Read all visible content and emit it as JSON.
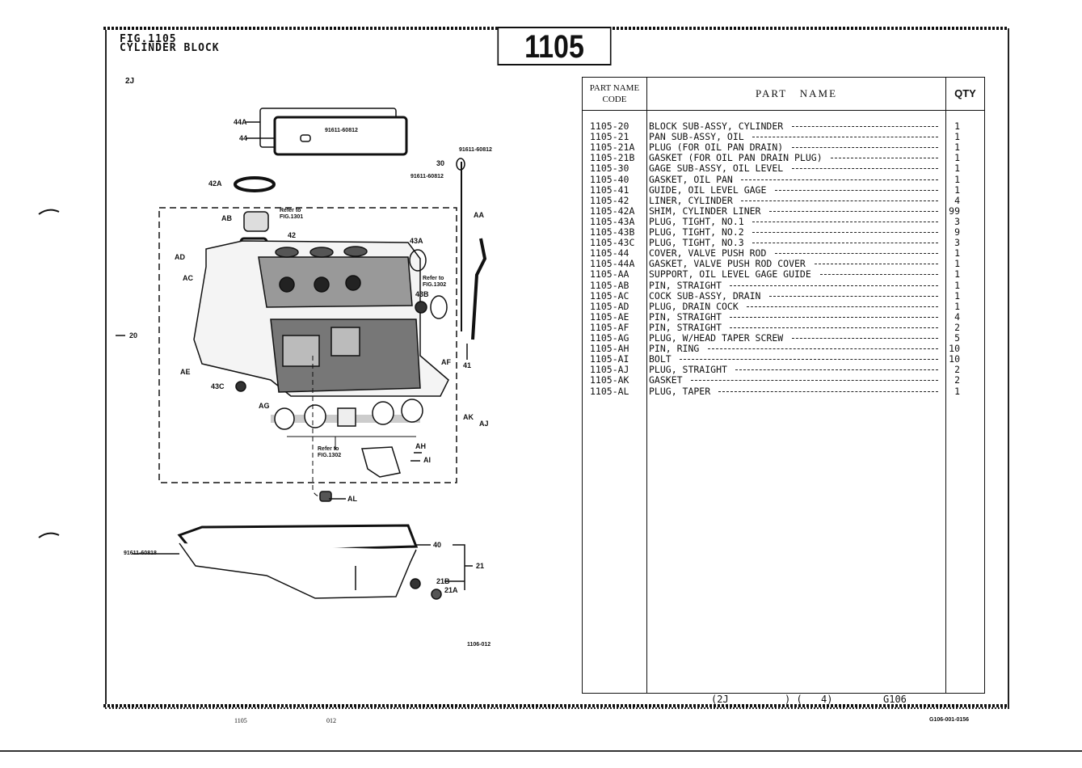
{
  "header": {
    "fig_label": "FIG.1105",
    "fig_title": "CYLINDER BLOCK",
    "fig_number": "1105",
    "model_code": "2J"
  },
  "diagram": {
    "labels": [
      "44A",
      "44",
      "91611-60812",
      "91611-60812",
      "30",
      "91611-60812",
      "42A",
      "AA",
      "Refer to",
      "FIG.1301",
      "AB",
      "42",
      "43A",
      "AD",
      "AC",
      "Refer to",
      "FIG.1302",
      "43B",
      "20",
      "AF",
      "41",
      "AE",
      "43C",
      "AG",
      "AK",
      "AJ",
      "Refer to",
      "FIG.1302",
      "AH",
      "AI",
      "AL",
      "91611-60818",
      "40",
      "21",
      "21B",
      "21A"
    ],
    "illustration_code": "1106-012"
  },
  "table": {
    "headers": {
      "code_line1": "PART NAME",
      "code_line2": "CODE",
      "name": "PART   NAME",
      "qty": "QTY"
    },
    "rows": [
      {
        "code": "1105-20",
        "name": "BLOCK SUB-ASSY, CYLINDER",
        "qty": "1"
      },
      {
        "code": "1105-21",
        "name": "PAN SUB-ASSY, OIL",
        "qty": "1"
      },
      {
        "code": "1105-21A",
        "name": "PLUG (FOR OIL PAN DRAIN)",
        "qty": "1"
      },
      {
        "code": "1105-21B",
        "name": "GASKET (FOR OIL PAN DRAIN PLUG)",
        "qty": "1"
      },
      {
        "code": "1105-30",
        "name": "GAGE SUB-ASSY, OIL LEVEL",
        "qty": "1"
      },
      {
        "code": "1105-40",
        "name": "GASKET, OIL PAN",
        "qty": "1"
      },
      {
        "code": "1105-41",
        "name": "GUIDE, OIL LEVEL GAGE",
        "qty": "1"
      },
      {
        "code": "1105-42",
        "name": "LINER, CYLINDER",
        "qty": "4"
      },
      {
        "code": "1105-42A",
        "name": "SHIM, CYLINDER LINER",
        "qty": "99"
      },
      {
        "code": "1105-43A",
        "name": "PLUG, TIGHT, NO.1",
        "qty": "3"
      },
      {
        "code": "1105-43B",
        "name": "PLUG, TIGHT, NO.2",
        "qty": "9"
      },
      {
        "code": "1105-43C",
        "name": "PLUG, TIGHT, NO.3",
        "qty": "3"
      },
      {
        "code": "1105-44",
        "name": "COVER, VALVE PUSH ROD",
        "qty": "1"
      },
      {
        "code": "1105-44A",
        "name": "GASKET, VALVE PUSH ROD COVER",
        "qty": "1"
      },
      {
        "code": "1105-AA",
        "name": "SUPPORT, OIL LEVEL GAGE GUIDE",
        "qty": "1"
      },
      {
        "code": "1105-AB",
        "name": "PIN, STRAIGHT",
        "qty": "1"
      },
      {
        "code": "1105-AC",
        "name": "COCK SUB-ASSY, DRAIN",
        "qty": "1"
      },
      {
        "code": "1105-AD",
        "name": "PLUG, DRAIN COCK",
        "qty": "1"
      },
      {
        "code": "1105-AE",
        "name": "PIN, STRAIGHT",
        "qty": "4"
      },
      {
        "code": "1105-AF",
        "name": "PIN, STRAIGHT",
        "qty": "2"
      },
      {
        "code": "1105-AG",
        "name": "PLUG, W/HEAD TAPER SCREW",
        "qty": "5"
      },
      {
        "code": "1105-AH",
        "name": "PIN, RING",
        "qty": "10"
      },
      {
        "code": "1105-AI",
        "name": "BOLT",
        "qty": "10"
      },
      {
        "code": "1105-AJ",
        "name": "PLUG, STRAIGHT",
        "qty": "2"
      },
      {
        "code": "1105-AK",
        "name": "GASKET",
        "qty": "2"
      },
      {
        "code": "1105-AL",
        "name": "PLUG, TAPER",
        "qty": "1"
      }
    ],
    "footer": {
      "model": "(2J",
      "close": ") (",
      "count": "4)",
      "group": "G106"
    }
  },
  "page_footer": {
    "left": "1105",
    "middle": "012",
    "right": "G106-001-0156"
  }
}
